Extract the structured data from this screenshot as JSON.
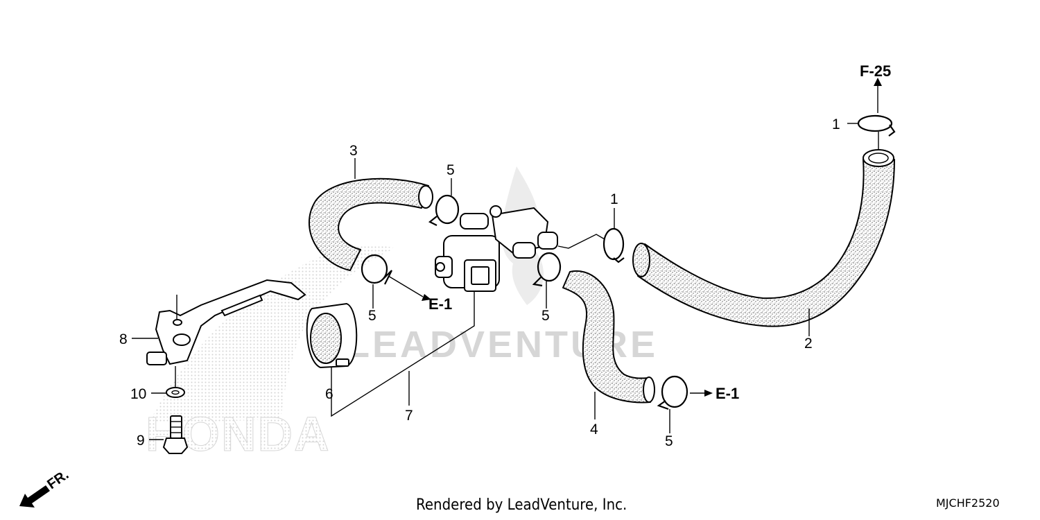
{
  "diagram": {
    "callouts": {
      "c1a": "1",
      "c1b": "1",
      "c2": "2",
      "c3": "3",
      "c4": "4",
      "c5a": "5",
      "c5b": "5",
      "c5c": "5",
      "c5d": "5",
      "c6": "6",
      "c7": "7",
      "c8": "8",
      "c9": "9",
      "c10": "10"
    },
    "refs": {
      "f25": "F-25",
      "e1a": "E-1",
      "e1b": "E-1"
    },
    "direction": "FR.",
    "watermark": {
      "brand": "LEADVENTURE",
      "honda": "HONDA"
    }
  },
  "footer": {
    "credit": "Rendered by LeadVenture, Inc.",
    "code": "MJCHF2520"
  },
  "colors": {
    "line": "#000000",
    "watermark": "#d6d6d6",
    "background": "#ffffff"
  }
}
